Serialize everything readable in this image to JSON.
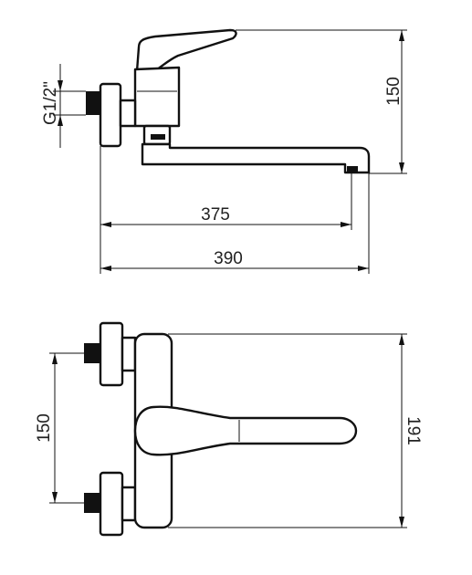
{
  "side_view": {
    "thread_label": "G1/2\"",
    "height_label": "150",
    "reach_label": "375",
    "total_length_label": "390"
  },
  "top_view": {
    "spacing_label": "150",
    "width_label": "191"
  }
}
